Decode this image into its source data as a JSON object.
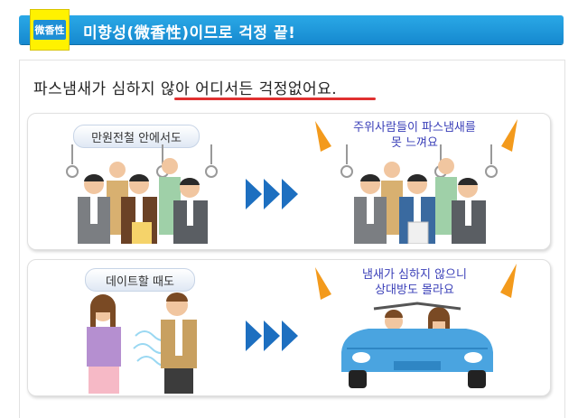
{
  "header": {
    "badge": "微香性",
    "title": "미향성(微香性)이므로 걱정 끝!"
  },
  "intro": {
    "text": "파스냄새가 심하지 않아 어디서든 걱정없어요."
  },
  "panels": [
    {
      "label": "만원전철 안에서도",
      "callout_line1": "주위사람들이 파스냄새를",
      "callout_line2": "못 느껴요"
    },
    {
      "label": "데이트할 때도",
      "callout_line1": "냄새가 심하지 않으니",
      "callout_line2": "상대방도 몰라요"
    }
  ],
  "colors": {
    "header_blue": "#1e8fd6",
    "badge_yellow": "#fff200",
    "callout_text": "#3a3fb8",
    "underline_red": "#e03030",
    "arrow_blue": "#1d6fc0",
    "car_blue": "#4aa4e0"
  },
  "icons": {
    "arrows": "triple-chevron-right-icon",
    "emphasis": "orange-spike-icon"
  }
}
